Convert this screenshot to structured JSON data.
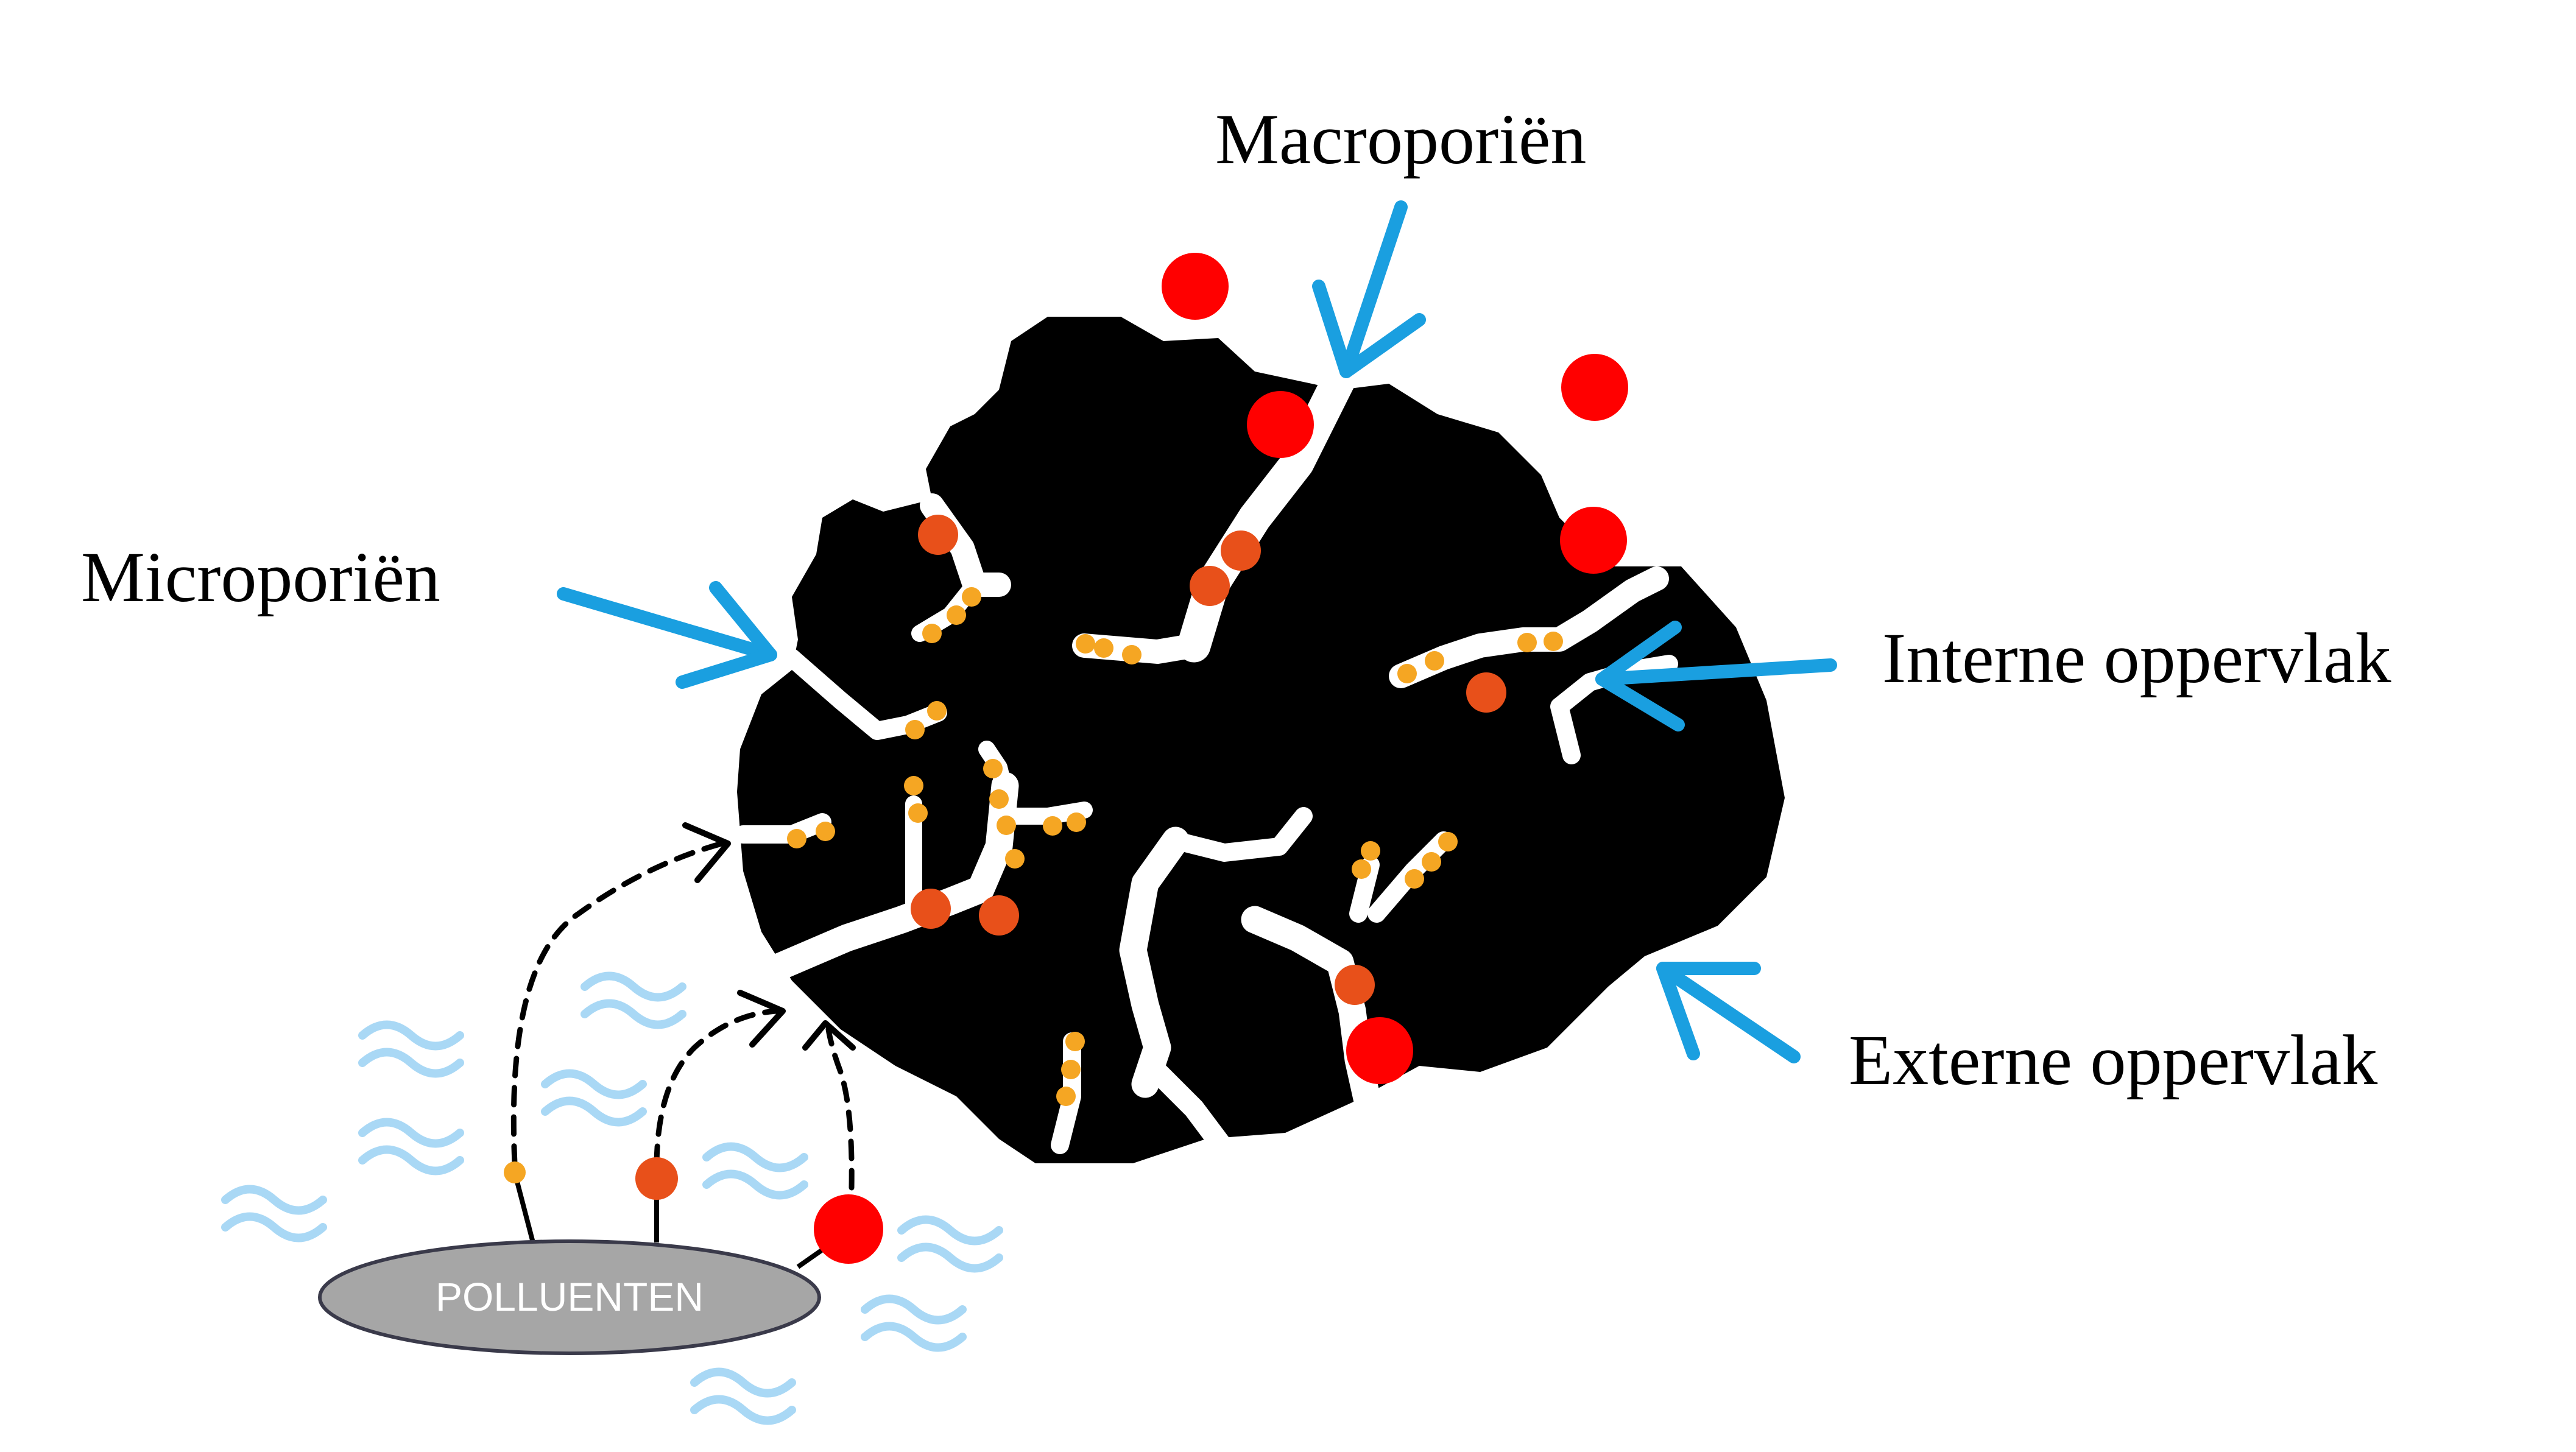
{
  "labels": {
    "macroporien": "Macroporiën",
    "microporien": "Microporiën",
    "interne": "Interne oppervlak",
    "externe": "Externe oppervlak",
    "polluenten": "POLLUENTEN"
  },
  "colors": {
    "carbon": "#000000",
    "arrow": "#1a9fe0",
    "large_particle": "#ff0000",
    "medium_particle": "#e8501a",
    "small_particle": "#f5a623",
    "wave": "#a9d8f5",
    "pill_fill": "#a6a6a6",
    "pill_stroke": "#3a3a4a"
  }
}
